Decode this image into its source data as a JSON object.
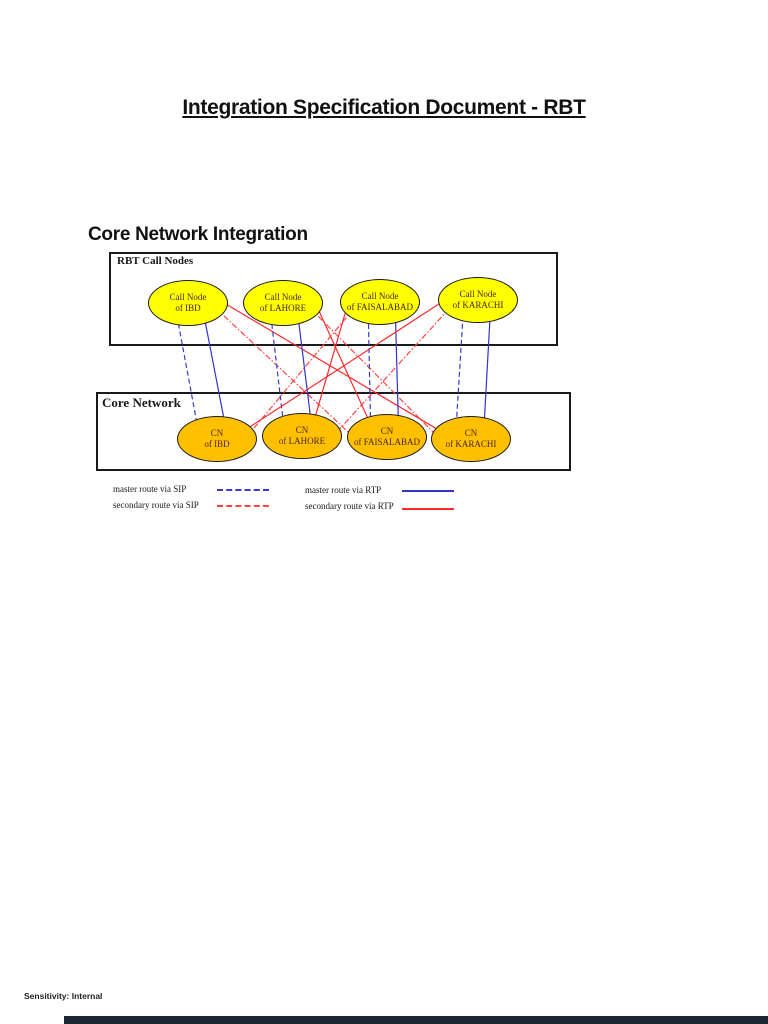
{
  "page": {
    "title": "Integration Specification Document - RBT",
    "section_heading": "Core Network Integration",
    "footer_text": "Sensitivity: Internal"
  },
  "diagram": {
    "top_box_label": "RBT Call Nodes",
    "bottom_box_label": "Core Network",
    "top_nodes": [
      {
        "line1": "Call Node",
        "line2": "of IBD"
      },
      {
        "line1": "Call Node",
        "line2": "of LAHORE"
      },
      {
        "line1": "Call Node",
        "line2": "of FAISALABAD"
      },
      {
        "line1": "Call Node",
        "line2": "of KARACHI"
      }
    ],
    "bottom_nodes": [
      {
        "line1": "CN",
        "line2": "of IBD"
      },
      {
        "line1": "CN",
        "line2": "of LAHORE"
      },
      {
        "line1": "CN",
        "line2": "of FAISALABAD"
      },
      {
        "line1": "CN",
        "line2": "of KARACHI"
      }
    ],
    "colors": {
      "top_node_fill": "#ffff00",
      "bottom_node_fill": "#ffc000",
      "node_border": "#1a1a1a",
      "node_text": "#4a2410",
      "master_sip_blue": "#3a3ac6",
      "master_rtp_blue": "#3333cc",
      "secondary_sip_red": "#ff4444",
      "secondary_rtp_red": "#ff2a2a"
    },
    "connections": [
      {
        "from": 0,
        "to": 0,
        "route": "master_sip"
      },
      {
        "from": 0,
        "to": 0,
        "route": "master_rtp"
      },
      {
        "from": 0,
        "to": 2,
        "route": "secondary_sip"
      },
      {
        "from": 0,
        "to": 3,
        "route": "secondary_rtp"
      },
      {
        "from": 1,
        "to": 1,
        "route": "master_sip"
      },
      {
        "from": 1,
        "to": 1,
        "route": "master_rtp"
      },
      {
        "from": 1,
        "to": 3,
        "route": "secondary_sip"
      },
      {
        "from": 1,
        "to": 2,
        "route": "secondary_rtp"
      },
      {
        "from": 2,
        "to": 2,
        "route": "master_sip"
      },
      {
        "from": 2,
        "to": 2,
        "route": "master_rtp"
      },
      {
        "from": 2,
        "to": 0,
        "route": "secondary_sip"
      },
      {
        "from": 2,
        "to": 1,
        "route": "secondary_rtp"
      },
      {
        "from": 3,
        "to": 3,
        "route": "master_sip"
      },
      {
        "from": 3,
        "to": 3,
        "route": "master_rtp"
      },
      {
        "from": 3,
        "to": 1,
        "route": "secondary_sip"
      },
      {
        "from": 3,
        "to": 0,
        "route": "secondary_rtp"
      }
    ]
  },
  "legend": {
    "items": [
      {
        "label": "master route via SIP",
        "style": "dashed",
        "color": "#3a3ac6"
      },
      {
        "label": "secondary route via SIP",
        "style": "dashed",
        "color": "#ff4444"
      },
      {
        "label": "master route via RTP",
        "style": "solid",
        "color": "#3333cc"
      },
      {
        "label": "secondary route via RTP",
        "style": "solid",
        "color": "#ff2a2a"
      }
    ]
  }
}
